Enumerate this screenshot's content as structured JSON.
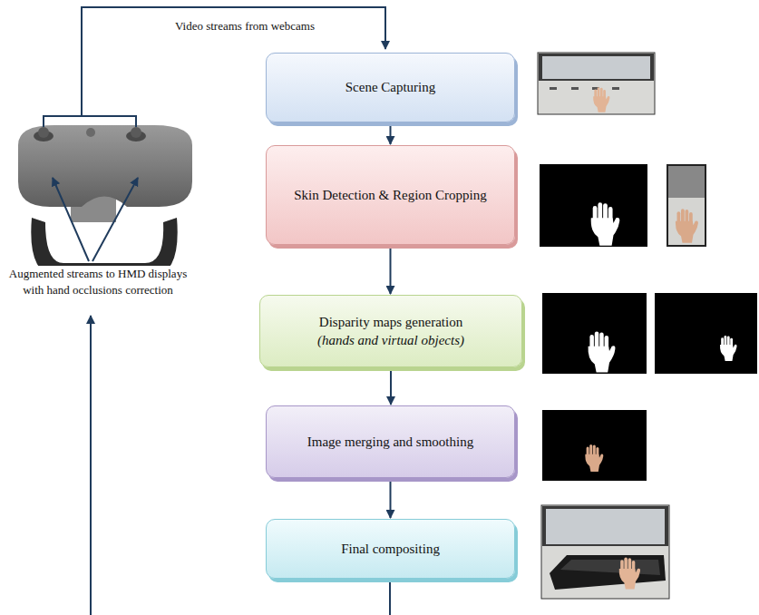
{
  "diagram": {
    "nodes": [
      {
        "text": [
          "Scene Capturing"
        ]
      },
      {
        "text": [
          "Skin Detection & Region Cropping"
        ]
      },
      {
        "text": [
          "Disparity maps generation",
          "(hands and virtual objects)"
        ]
      },
      {
        "text": [
          "Image merging and smoothing"
        ]
      },
      {
        "text": [
          "Final compositing"
        ]
      }
    ],
    "edges": [
      {
        "from": 0,
        "to": 1,
        "arrow": "to"
      },
      {
        "from": 1,
        "to": 2,
        "arrow": "to"
      },
      {
        "from": 2,
        "to": 3,
        "arrow": "to"
      },
      {
        "from": 3,
        "to": 4,
        "arrow": "to"
      }
    ],
    "labels": [
      "Video streams from webcams",
      "Augmented streams to HMD displays with hand occlusions correction"
    ]
  }
}
